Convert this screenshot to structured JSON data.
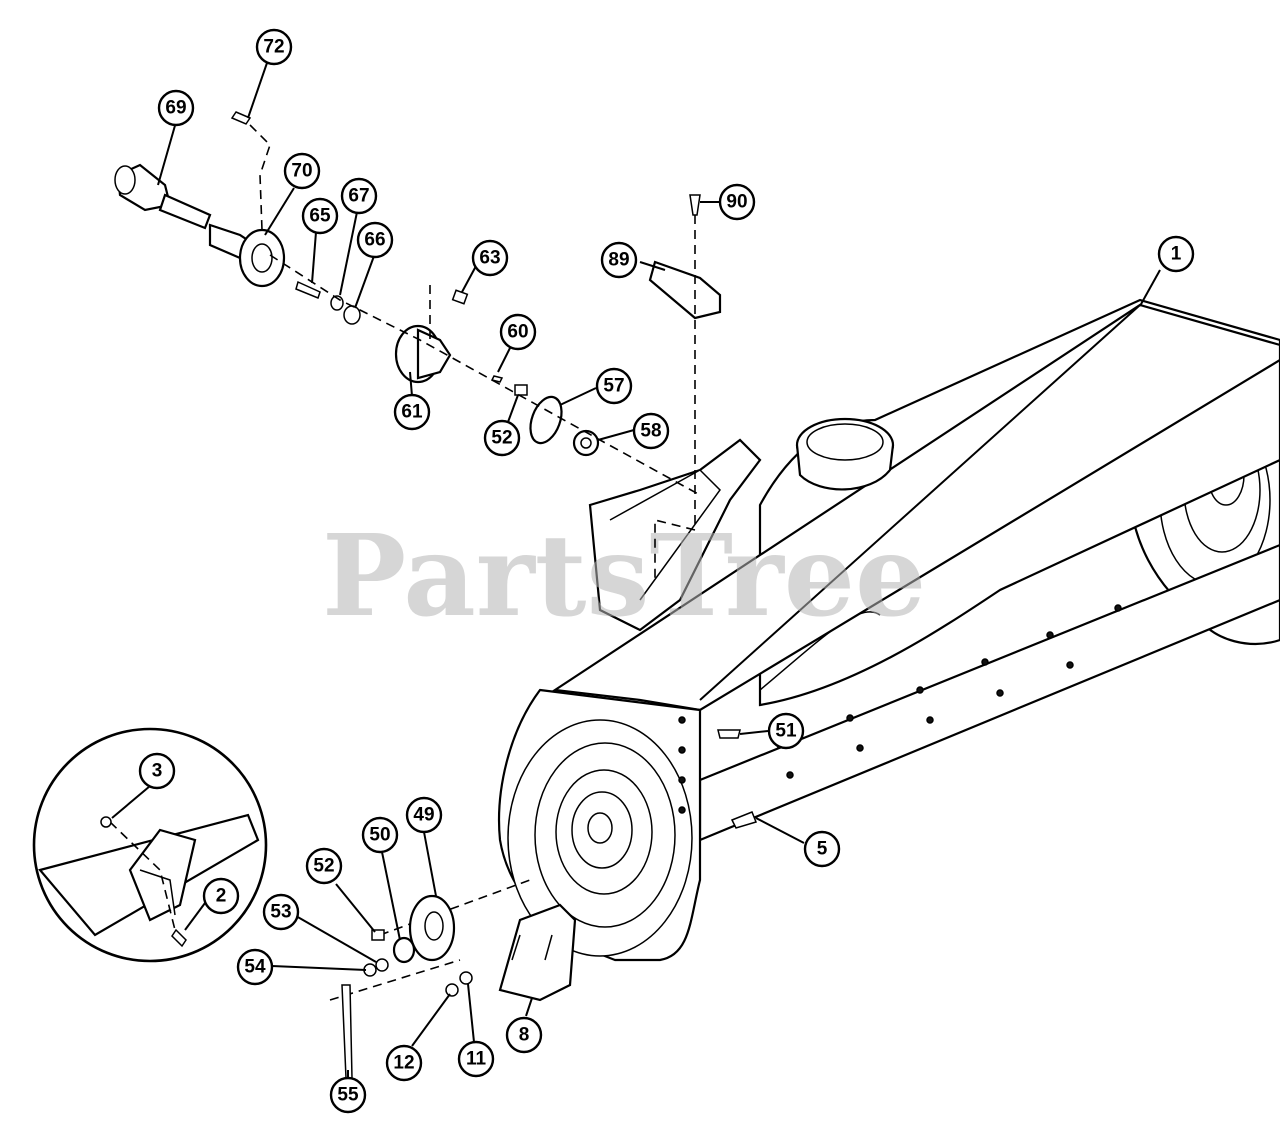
{
  "watermark": "PartsTree",
  "callouts": [
    "72",
    "69",
    "70",
    "67",
    "65",
    "66",
    "63",
    "90",
    "89",
    "1",
    "60",
    "61",
    "57",
    "52",
    "58",
    "51",
    "3",
    "50",
    "49",
    "52",
    "2",
    "53",
    "5",
    "54",
    "12",
    "11",
    "8",
    "55"
  ],
  "colors": {
    "ink": "#000000",
    "paper": "#ffffff",
    "watermark": "#b5b5b5"
  }
}
